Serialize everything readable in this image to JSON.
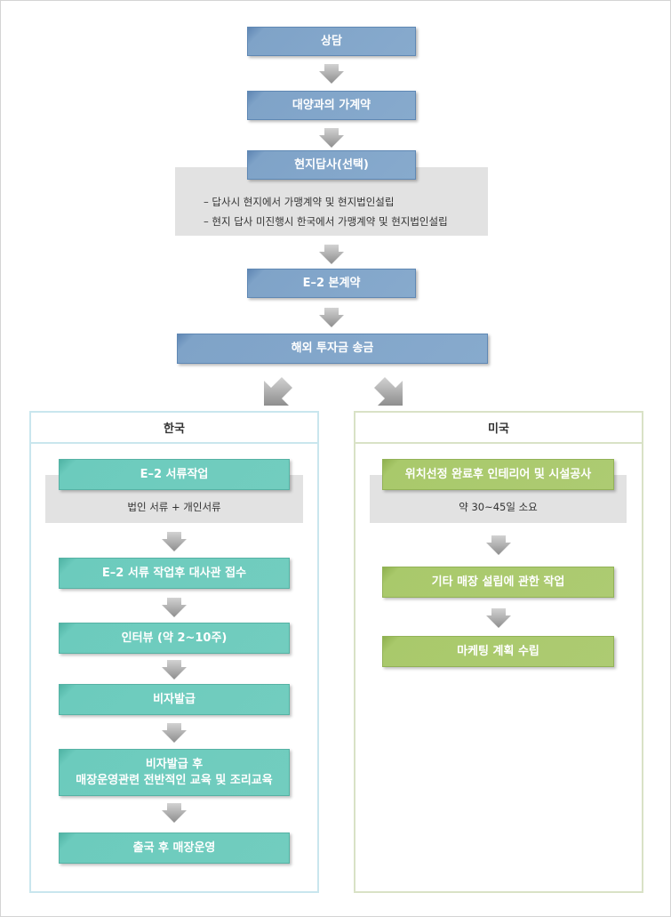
{
  "top_flow": {
    "step1": "상담",
    "step2": "대양과의 가계약",
    "step3": "현지답사(선택)",
    "step3_notes": [
      "– 답사시 현지에서 가맹계약 및 현지법인설립",
      "– 현지 답사 미진행시 한국에서 가맹계약 및 현지법인설립"
    ],
    "step4": "E–2 본계약",
    "step5": "해외 투자금 송금"
  },
  "korea": {
    "title": "한국",
    "steps": [
      "E–2 서류작업",
      "E–2 서류 작업후 대사관 접수",
      "인터뷰 (약 2~10주)",
      "비자발급",
      "비자발급 후",
      "매장운영관련 전반적인 교육 및 조리교육",
      "출국 후 매장운영"
    ],
    "note": "법인 서류 + 개인서류"
  },
  "usa": {
    "title": "미국",
    "steps": [
      "위치선정 완료후 인테리어 및 시설공사",
      "기타 매장 설립에 관한 작업",
      "마케팅 계획 수립"
    ],
    "note": "약 30~45일 소요"
  },
  "colors": {
    "blue_box": "#7fa3c8",
    "teal_box": "#6ccbbd",
    "green_box": "#a9c96b",
    "note_bar": "#e2e2e2",
    "korea_border": "#c9e6ee",
    "usa_border": "#d9e2c6",
    "arrow": "#a8a8a8"
  },
  "icons": {
    "arrow_down": "chevron-down-arrow-icon",
    "arrow_diag_left": "diagonal-down-left-arrow-icon",
    "arrow_diag_right": "diagonal-down-right-arrow-icon"
  }
}
